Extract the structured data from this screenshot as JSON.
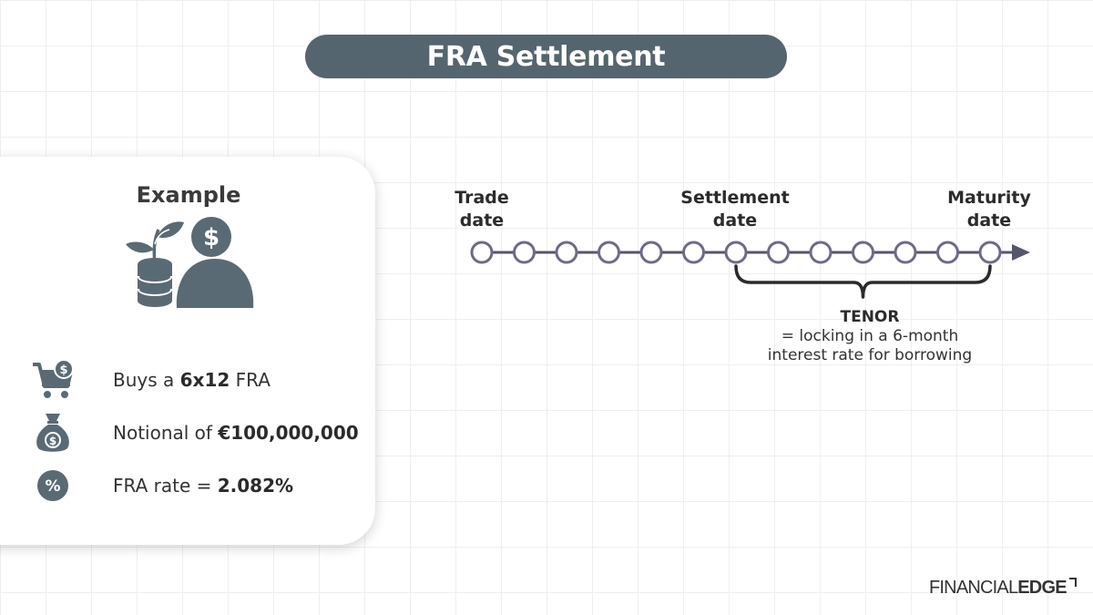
{
  "title": "FRA Settlement",
  "example": {
    "heading": "Example",
    "hero_icon": "plant-coins-investor-icon",
    "items": [
      {
        "icon": "cart-dollar-icon",
        "prefix": "Buys a ",
        "value": "6x12",
        "suffix": " FRA"
      },
      {
        "icon": "money-bag-icon",
        "prefix": "Notional of ",
        "value": "€100,000,000",
        "suffix": ""
      },
      {
        "icon": "percent-icon",
        "prefix": "FRA rate = ",
        "value": "2.082%",
        "suffix": ""
      }
    ]
  },
  "timeline": {
    "node_count": 13,
    "labels": [
      {
        "line1": "Trade",
        "line2": "date",
        "node_index": 0
      },
      {
        "line1": "Settlement",
        "line2": "date",
        "node_index": 6
      },
      {
        "line1": "Maturity",
        "line2": "date",
        "node_index": 12
      }
    ],
    "bracket_span": [
      6,
      12
    ],
    "tenor": {
      "title": "TENOR",
      "line1": "= locking in a 6-month",
      "line2": "interest rate for borrowing"
    },
    "colors": {
      "line": "#55556e",
      "node_fill": "#ffffff",
      "node_stroke": "#6e6a8a"
    }
  },
  "colors": {
    "pill": "#55656f",
    "icon": "#5a6a75"
  },
  "logo": {
    "part1": "FINANCIAL",
    "part2": "EDGE"
  }
}
